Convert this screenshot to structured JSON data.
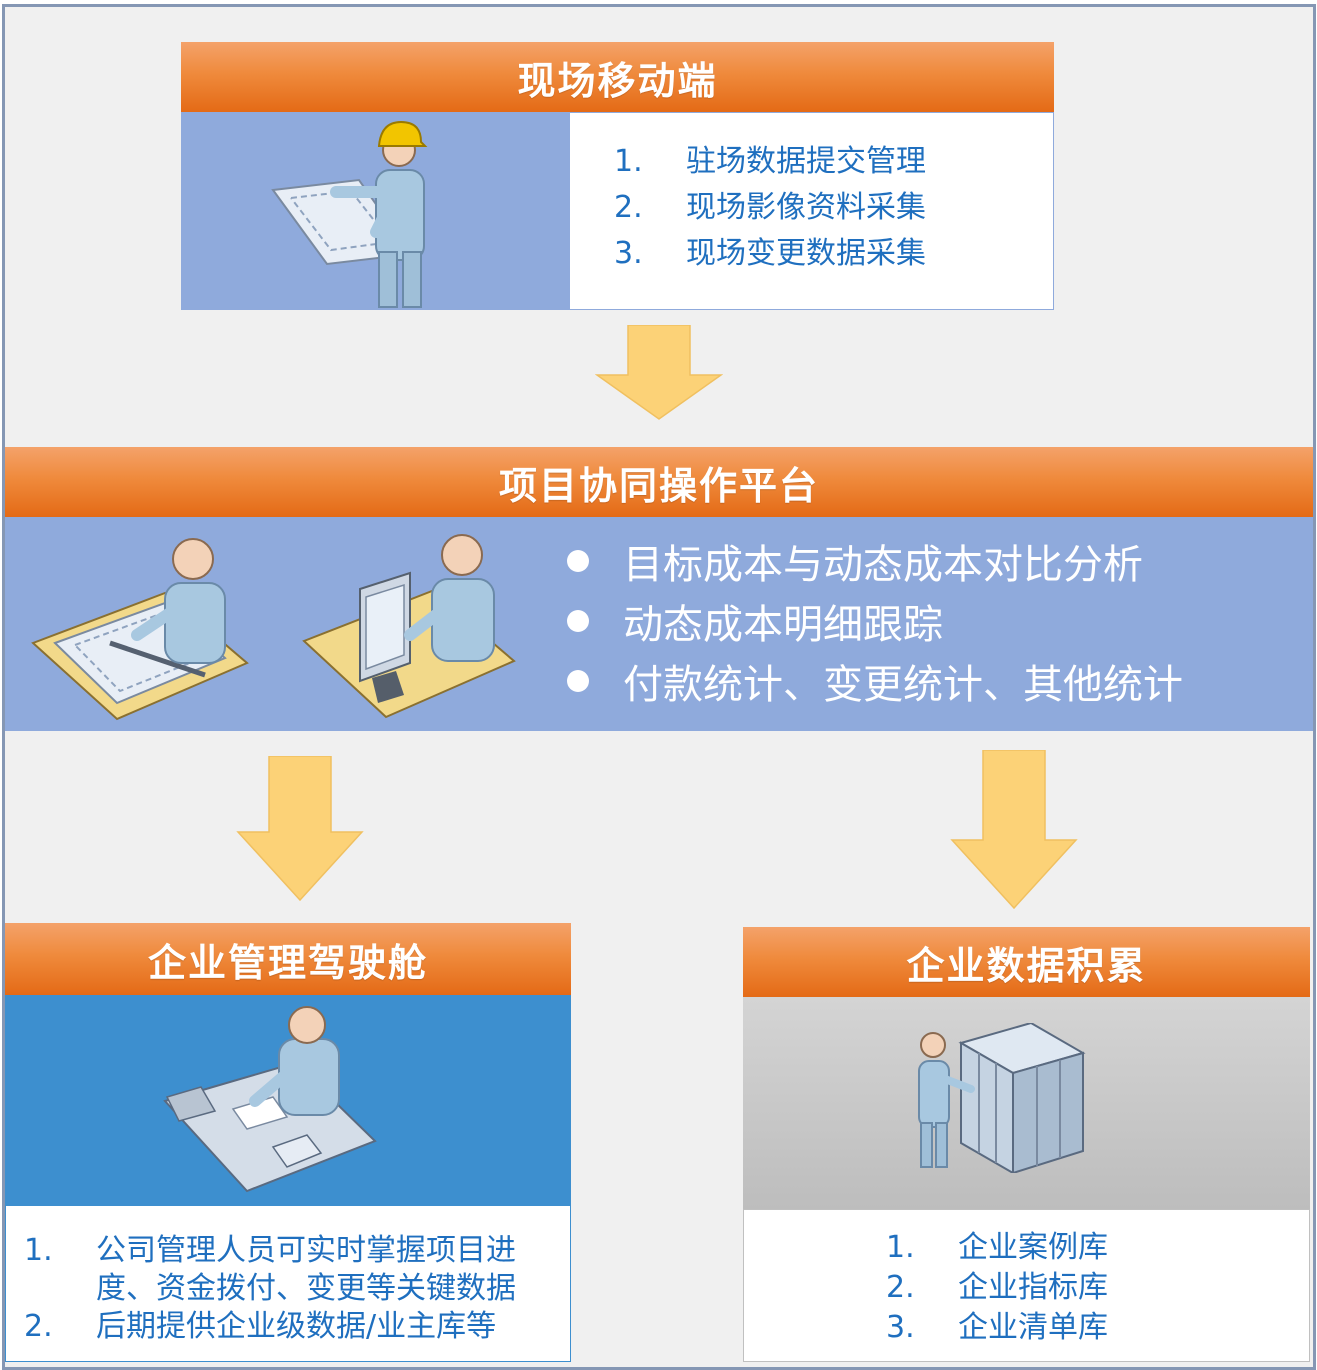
{
  "mobile": {
    "title": "现场移动端",
    "items": [
      {
        "num": "1.",
        "text": "驻场数据提交管理"
      },
      {
        "num": "2.",
        "text": "现场影像资料采集"
      },
      {
        "num": "3.",
        "text": "现场变更数据采集"
      }
    ]
  },
  "platform": {
    "title": "项目协同操作平台",
    "items": [
      "目标成本与动态成本对比分析",
      "动态成本明细跟踪",
      "付款统计、变更统计、其他统计"
    ]
  },
  "cockpit": {
    "title": "企业管理驾驶舱",
    "items": [
      {
        "num": "1.",
        "lines": [
          "公司管理人员可实时掌握项目进",
          "度、资金拨付、变更等关键数据"
        ]
      },
      {
        "num": "2.",
        "lines": [
          "后期提供企业级数据/业主库等"
        ]
      }
    ]
  },
  "data_accum": {
    "title": "企业数据积累",
    "items": [
      {
        "num": "1.",
        "text": "企业案例库"
      },
      {
        "num": "2.",
        "text": "企业指标库"
      },
      {
        "num": "3.",
        "text": "企业清单库"
      }
    ]
  },
  "colors": {
    "orange": "#ef8a3c",
    "light_blue": "#8faadc",
    "mid_blue": "#3d8fcf",
    "gray": "#c8c8c8",
    "arrow": "#fcd277",
    "text_blue": "#1f6fbf"
  },
  "icons": [
    "worker-with-blueprint-icon",
    "drafting-desk-icon",
    "computer-desk-icon",
    "office-desk-icon",
    "server-rack-icon",
    "down-arrow-icon"
  ]
}
